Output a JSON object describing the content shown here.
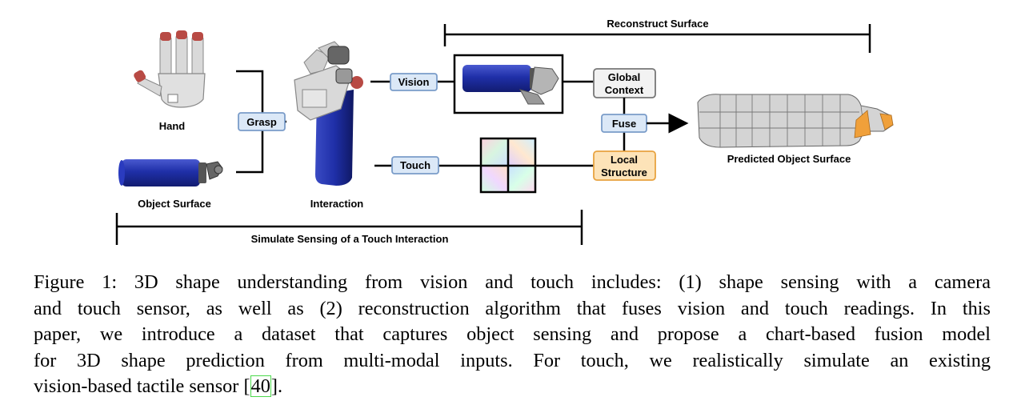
{
  "figure": {
    "labels": {
      "reconstruct": "Reconstruct Surface",
      "hand": "Hand",
      "object_surface": "Object Surface",
      "grasp": "Grasp",
      "interaction": "Interaction",
      "vision": "Vision",
      "touch": "Touch",
      "global_line1": "Global",
      "global_line2": "Context",
      "fuse": "Fuse",
      "local_line1": "Local",
      "local_line2": "Structure",
      "predicted": "Predicted Object Surface",
      "simulate": "Simulate Sensing of a Touch Interaction"
    },
    "colors": {
      "bottle_blue": "#1f2fa8",
      "box_blue_fill": "#dbe8f7",
      "box_blue_stroke": "#7a9cc9",
      "global_fill": "#f2f2f2",
      "local_fill": "#fde3b8",
      "local_stroke": "#e8a340",
      "fingertip": "#b84a44",
      "mesh_orange": "#f0a03a"
    }
  },
  "caption": {
    "line1": "Figure 1: 3D shape understanding from vision and touch includes: (1) shape sensing with a camera",
    "line2": "and touch sensor, as well as (2) reconstruction algorithm that fuses vision and touch readings. In this",
    "line3": "paper, we introduce a dataset that captures object sensing and propose a chart-based fusion model",
    "line4": "for 3D shape prediction from multi-modal inputs. For touch, we realistically simulate an existing",
    "line5_pre": "vision-based tactile sensor [",
    "line5_cite": "40",
    "line5_post": "]."
  }
}
